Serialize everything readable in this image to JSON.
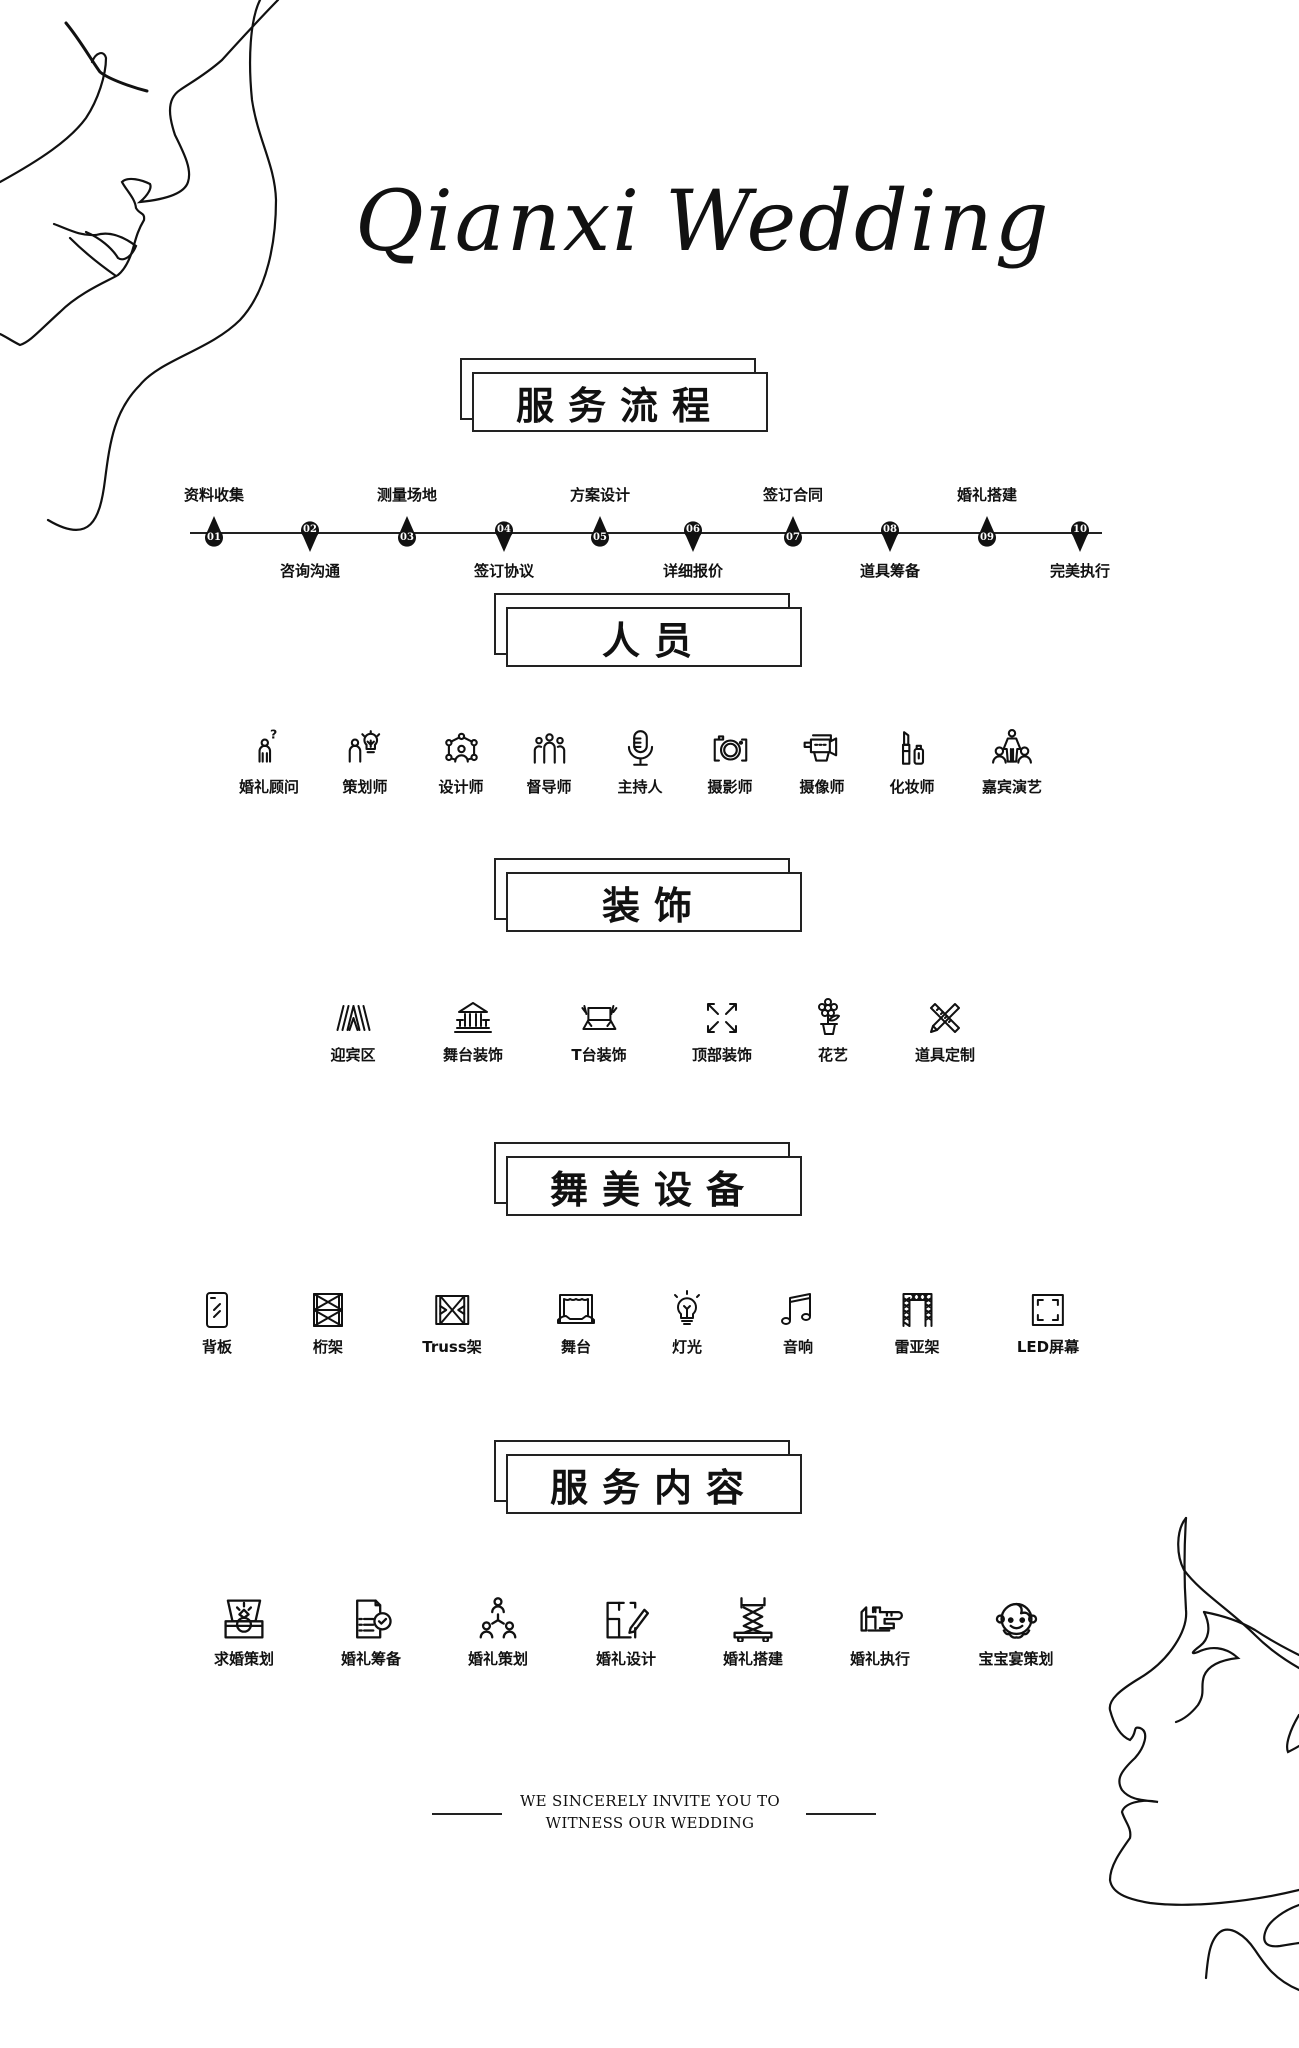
{
  "brand": {
    "title_part1": "Qianxi",
    "title_part2": "Wedding"
  },
  "sections": {
    "process": {
      "title": "服务流程"
    },
    "staff": {
      "title": "人员"
    },
    "decoration": {
      "title": "装饰"
    },
    "stage_equipment": {
      "title": "舞美设备"
    },
    "service_content": {
      "title": "服务内容"
    }
  },
  "timeline": {
    "steps": [
      {
        "num": "01",
        "label": "资料收集",
        "label_position": "above",
        "pin_direction": "up"
      },
      {
        "num": "02",
        "label": "咨询沟通",
        "label_position": "below",
        "pin_direction": "down"
      },
      {
        "num": "03",
        "label": "测量场地",
        "label_position": "above",
        "pin_direction": "up"
      },
      {
        "num": "04",
        "label": "签订协议",
        "label_position": "below",
        "pin_direction": "down"
      },
      {
        "num": "05",
        "label": "方案设计",
        "label_position": "above",
        "pin_direction": "up"
      },
      {
        "num": "06",
        "label": "详细报价",
        "label_position": "below",
        "pin_direction": "down"
      },
      {
        "num": "07",
        "label": "签订合同",
        "label_position": "above",
        "pin_direction": "up"
      },
      {
        "num": "08",
        "label": "道具筹备",
        "label_position": "below",
        "pin_direction": "down"
      },
      {
        "num": "09",
        "label": "婚礼搭建",
        "label_position": "above",
        "pin_direction": "up"
      },
      {
        "num": "10",
        "label": "完美执行",
        "label_position": "below",
        "pin_direction": "down"
      }
    ]
  },
  "staff": {
    "items": [
      {
        "label": "婚礼顾问",
        "icon": "person-question-icon"
      },
      {
        "label": "策划师",
        "icon": "person-idea-icon"
      },
      {
        "label": "设计师",
        "icon": "network-person-icon"
      },
      {
        "label": "督导师",
        "icon": "group-icon"
      },
      {
        "label": "主持人",
        "icon": "microphone-icon"
      },
      {
        "label": "摄影师",
        "icon": "camera-icon"
      },
      {
        "label": "摄像师",
        "icon": "video-camera-icon"
      },
      {
        "label": "化妆师",
        "icon": "lipstick-icon"
      },
      {
        "label": "嘉宾演艺",
        "icon": "performer-icon"
      }
    ]
  },
  "decoration": {
    "items": [
      {
        "label": "迎宾区",
        "icon": "welcome-area-icon"
      },
      {
        "label": "舞台装饰",
        "icon": "stage-building-icon"
      },
      {
        "label": "T台装饰",
        "icon": "runway-icon"
      },
      {
        "label": "顶部装饰",
        "icon": "expand-arrows-icon"
      },
      {
        "label": "花艺",
        "icon": "flower-pot-icon"
      },
      {
        "label": "道具定制",
        "icon": "ruler-pencil-icon"
      }
    ]
  },
  "stage_equipment": {
    "items": [
      {
        "label": "背板",
        "icon": "board-icon"
      },
      {
        "label": "桁架",
        "icon": "truss-frame-icon"
      },
      {
        "label": "Truss架",
        "icon": "truss-bowtie-icon"
      },
      {
        "label": "舞台",
        "icon": "stage-curtain-icon"
      },
      {
        "label": "灯光",
        "icon": "light-bulb-icon"
      },
      {
        "label": "音响",
        "icon": "music-note-icon"
      },
      {
        "label": "雷亚架",
        "icon": "layher-arch-icon"
      },
      {
        "label": "LED屏幕",
        "icon": "led-screen-icon"
      }
    ]
  },
  "service_content": {
    "items": [
      {
        "label": "求婚策划",
        "icon": "ring-box-icon"
      },
      {
        "label": "婚礼筹备",
        "icon": "document-check-icon"
      },
      {
        "label": "婚礼策划",
        "icon": "team-hierarchy-icon"
      },
      {
        "label": "婚礼设计",
        "icon": "floorplan-pencil-icon"
      },
      {
        "label": "婚礼搭建",
        "icon": "scissor-lift-icon"
      },
      {
        "label": "婚礼执行",
        "icon": "clamp-icon"
      },
      {
        "label": "宝宝宴策划",
        "icon": "baby-face-icon"
      }
    ]
  },
  "footer": {
    "line1": "WE SINCERELY INVITE YOU TO",
    "line2": "WITNESS OUR WEDDING"
  }
}
